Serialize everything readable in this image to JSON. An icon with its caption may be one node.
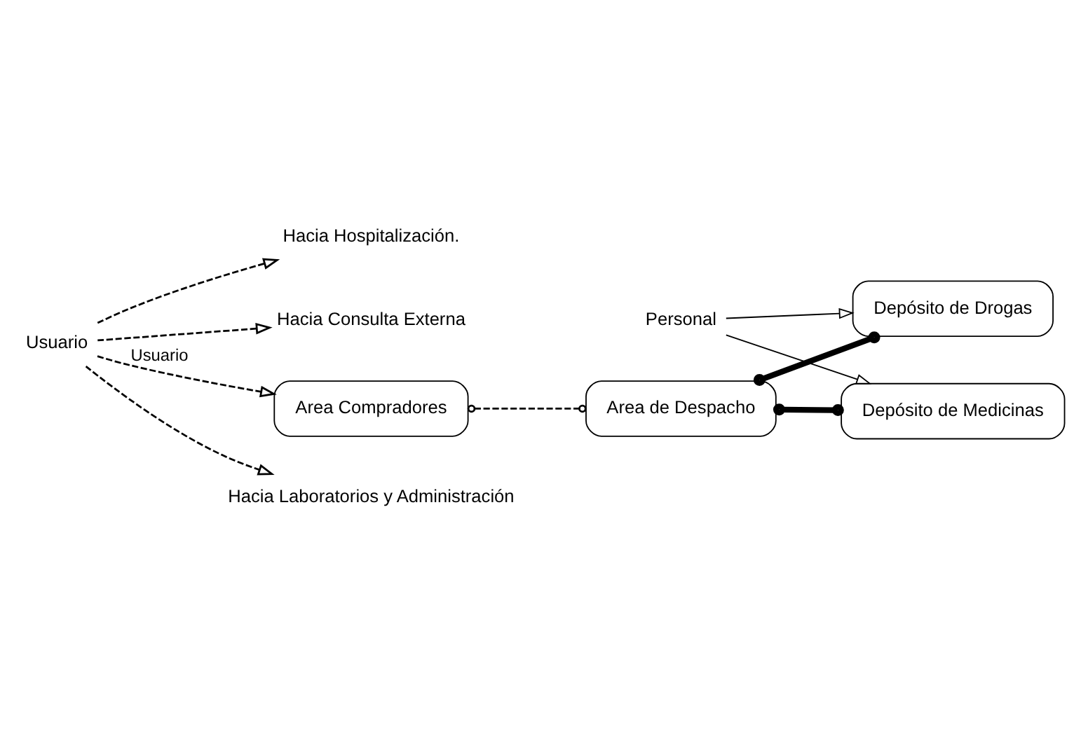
{
  "diagram": {
    "nodes": [
      {
        "text": [
          "Hacia Hospitalización."
        ]
      },
      {
        "text": [
          "Hacia Consulta Externa"
        ]
      },
      {
        "text": [
          "Personal"
        ]
      },
      {
        "text": [
          "Area Compradores"
        ]
      },
      {
        "text": [
          "Area de Despacho"
        ]
      },
      {
        "text": [
          "Depósito de Drogas"
        ]
      },
      {
        "text": [
          "Depósito de Medicinas"
        ]
      },
      {
        "text": [
          "Hacia Laboratorios y Administración"
        ]
      },
      {
        "text": [
          "Usuario"
        ]
      }
    ],
    "edges": [
      {
        "from": 8,
        "to": 0,
        "arrow": "to",
        "style": "dashed"
      },
      {
        "from": 8,
        "to": 3,
        "arrow": "to",
        "style": "dashed",
        "label": "Usuario"
      },
      {
        "from": 8,
        "to": 1,
        "arrow": "to",
        "style": "dashed"
      },
      {
        "from": 8,
        "to": 7,
        "arrow": "to",
        "style": "dashed"
      },
      {
        "from": 3,
        "to": 4,
        "arrow": "other",
        "style": "dashed"
      },
      {
        "from": 4,
        "to": 5,
        "arrow": "other",
        "style": "thick"
      },
      {
        "from": 4,
        "to": 6,
        "arrow": "other",
        "style": "thick"
      },
      {
        "from": 2,
        "to": 5,
        "arrow": "to"
      },
      {
        "from": 2,
        "to": 6,
        "arrow": "to"
      }
    ]
  }
}
